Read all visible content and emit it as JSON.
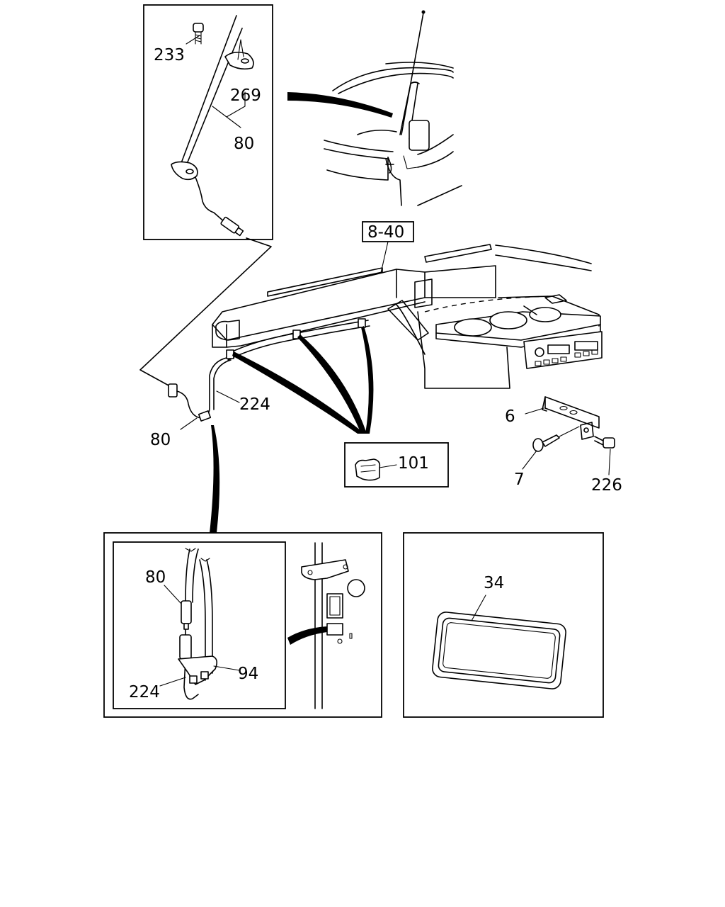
{
  "callouts": {
    "c233": "233",
    "c269": "269",
    "c80_top": "80",
    "ref_840": "8-40",
    "c224_mid": "224",
    "c80_mid": "80",
    "c6": "6",
    "c7": "7",
    "c226": "226",
    "c101": "101",
    "c80_inset": "80",
    "c94": "94",
    "c224_inset": "224",
    "c34": "34"
  }
}
